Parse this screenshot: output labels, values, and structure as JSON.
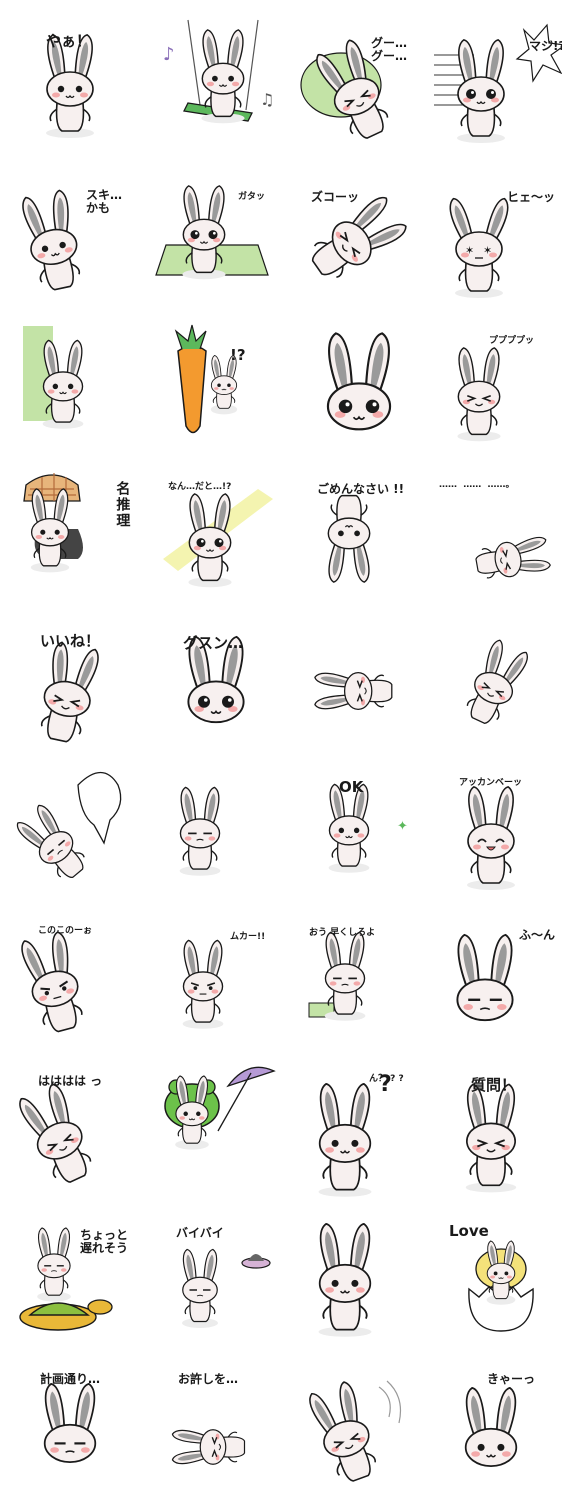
{
  "sheet": {
    "title": "",
    "stickers": [
      {
        "caption": "やぁ！",
        "pose": "hello"
      },
      {
        "caption": "",
        "pose": "swing"
      },
      {
        "caption": "グー…\nグー…",
        "pose": "sleep"
      },
      {
        "caption": "マジ!?",
        "pose": "shock"
      },
      {
        "caption": "スキ…\nかも",
        "pose": "shy"
      },
      {
        "caption": "ガタッ",
        "pose": "standup"
      },
      {
        "caption": "ズコーッ",
        "pose": "slip"
      },
      {
        "caption": "ヒェ〜ッ",
        "pose": "scared"
      },
      {
        "caption": "",
        "pose": "peek"
      },
      {
        "caption": "!?",
        "pose": "carrot"
      },
      {
        "caption": "",
        "pose": "closeup"
      },
      {
        "caption": "ププププッ",
        "pose": "giggle"
      },
      {
        "caption": "名推理",
        "pose": "detective"
      },
      {
        "caption": "なん…だと…!?",
        "pose": "stunned"
      },
      {
        "caption": "ごめんなさい !!",
        "pose": "bow"
      },
      {
        "caption": "……  ……  ……。",
        "pose": "depressed"
      },
      {
        "caption": "いいね！",
        "pose": "like"
      },
      {
        "caption": "グスン…",
        "pose": "cry"
      },
      {
        "caption": "",
        "pose": "lying"
      },
      {
        "caption": "",
        "pose": "fall"
      },
      {
        "caption": "",
        "pose": "ghost"
      },
      {
        "caption": "",
        "pose": "nervous"
      },
      {
        "caption": "OK",
        "pose": "ok"
      },
      {
        "caption": "アッカンベーッ",
        "pose": "tongue"
      },
      {
        "caption": "このこのーぉ",
        "pose": "nudge"
      },
      {
        "caption": "ムカー!!",
        "pose": "angry"
      },
      {
        "caption": "おう 早くしろよ",
        "pose": "impatient"
      },
      {
        "caption": "ふ〜ん",
        "pose": "unimpressed"
      },
      {
        "caption": "はははは っ",
        "pose": "laugh"
      },
      {
        "caption": "",
        "pose": "frog"
      },
      {
        "caption": "ん？ ? ?",
        "pose": "question"
      },
      {
        "caption": "質問！",
        "pose": "raisehand"
      },
      {
        "caption": "ちょっと\n遅れそう",
        "pose": "turtle"
      },
      {
        "caption": "バイバイ",
        "pose": "ufo"
      },
      {
        "caption": "",
        "pose": "heart"
      },
      {
        "caption": "Love",
        "pose": "egg"
      },
      {
        "caption": "計画通り…",
        "pose": "plan"
      },
      {
        "caption": "お許しを…",
        "pose": "forgive"
      },
      {
        "caption": "",
        "pose": "wave"
      },
      {
        "caption": "きゃーっ",
        "pose": "kyaa"
      }
    ]
  },
  "colors": {
    "outline": "#1a1a1a",
    "body": "#f7f0ef",
    "ear_inner": "#9a9a9a",
    "blush": "#f3a9a9",
    "grass": "#c3e3a6",
    "carrot": "#f39a2f",
    "leaf": "#5cb85c",
    "heart": "#ef8a8a",
    "umbrella": "#b69ad6",
    "frog": "#6cc24a",
    "turtle": "#8bbf3f",
    "shell": "#e9b838",
    "chick": "#f4e27a",
    "yellow_bg": "#f4f4b0"
  }
}
